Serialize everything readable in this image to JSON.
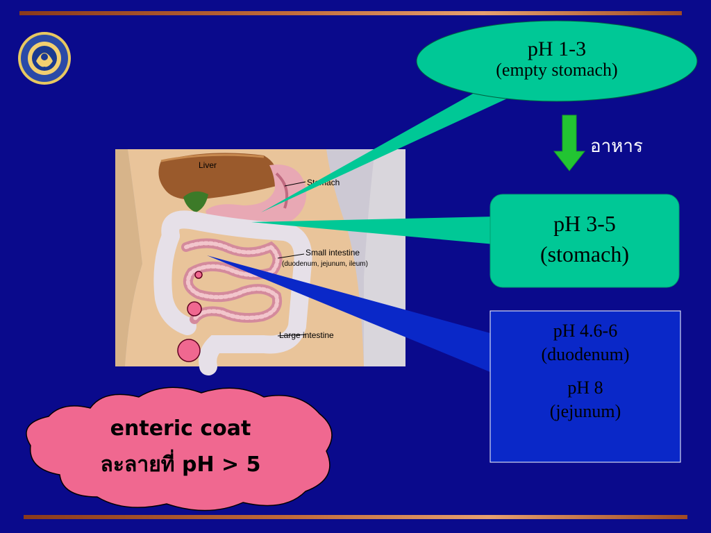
{
  "callouts": {
    "empty_stomach": {
      "ph": "pH 1-3",
      "label": "(empty stomach)"
    },
    "stomach": {
      "ph": "pH 3-5",
      "label": "(stomach)"
    },
    "intestine": {
      "ph1": "pH 4.6-6",
      "label1": "(duodenum)",
      "ph2": "pH 8",
      "label2": "(jejunum)"
    }
  },
  "food_label": "อาหาร",
  "anatomy_labels": {
    "liver": "Liver",
    "stomach": "Stomach",
    "small_intestine": "Small intestine",
    "small_intestine_parts": "(duodenum, jejunum, ileum)",
    "large_intestine": "Large intestine"
  },
  "enteric_note": {
    "line1": "enteric coat",
    "line2": "ละลายที่ pH > 5"
  },
  "colors": {
    "background": "#0a0a8c",
    "callout_green": "#00c896",
    "intestine_box": "#0a28c8",
    "cloud_pink": "#f06890",
    "arrow_green": "#22c432"
  }
}
